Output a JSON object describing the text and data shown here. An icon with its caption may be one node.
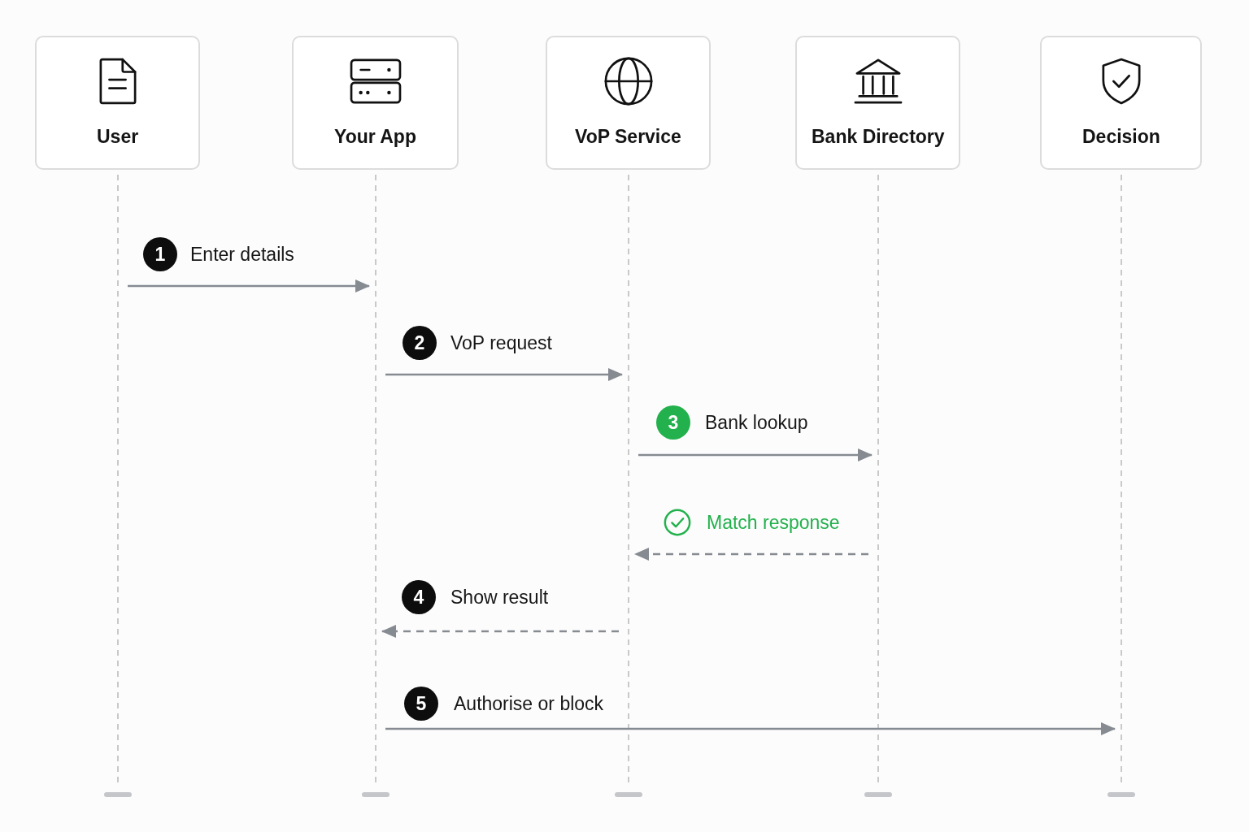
{
  "diagram": {
    "nodes": [
      {
        "text": [
          "User"
        ]
      },
      {
        "text": [
          "Your App"
        ]
      },
      {
        "text": [
          "VoP Service"
        ]
      },
      {
        "text": [
          "Bank Directory"
        ]
      },
      {
        "text": [
          "Decision"
        ]
      }
    ],
    "edges": [
      {
        "from": 0,
        "to": 1,
        "arrow": "to",
        "label": "Enter details"
      },
      {
        "from": 1,
        "to": 2,
        "arrow": "to",
        "label": "VoP request"
      },
      {
        "from": 2,
        "to": 3,
        "arrow": "to",
        "label": "Bank lookup"
      },
      {
        "from": 3,
        "to": 2,
        "arrow": "to",
        "label": "Match response",
        "style": "dashed"
      },
      {
        "from": 2,
        "to": 1,
        "arrow": "to",
        "label": "Show result",
        "style": "dashed"
      },
      {
        "from": 1,
        "to": 4,
        "arrow": "to",
        "label": "Authorise or block"
      }
    ],
    "labels": [
      "1",
      "2",
      "3",
      "4",
      "5"
    ]
  }
}
